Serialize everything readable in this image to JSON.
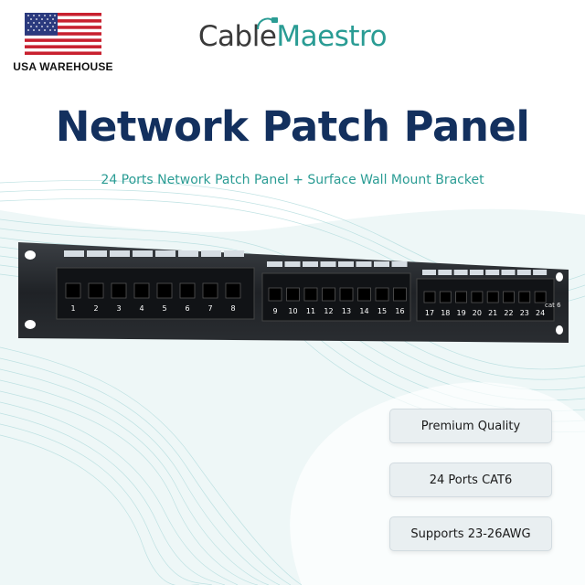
{
  "badge": {
    "label": "USA WAREHOUSE",
    "flag_icon": "usa-flag-icon"
  },
  "brand": {
    "part1": "Cable",
    "part2": "Maestro",
    "dark_color": "#3a3a3a",
    "accent_color": "#2a9c94"
  },
  "headline": {
    "title": "Network Patch Panel",
    "subtitle": "24 Ports Network Patch Panel + Surface Wall Mount Bracket",
    "title_color": "#13305e"
  },
  "product": {
    "port_numbers": [
      "1",
      "2",
      "3",
      "4",
      "5",
      "6",
      "7",
      "8",
      "9",
      "10",
      "11",
      "12",
      "13",
      "14",
      "15",
      "16",
      "17",
      "18",
      "19",
      "20",
      "21",
      "22",
      "23",
      "24"
    ],
    "cat_label": "cat 6"
  },
  "features": [
    {
      "label": "Premium Quality"
    },
    {
      "label": "24 Ports CAT6"
    },
    {
      "label": "Supports 23-26AWG"
    }
  ]
}
